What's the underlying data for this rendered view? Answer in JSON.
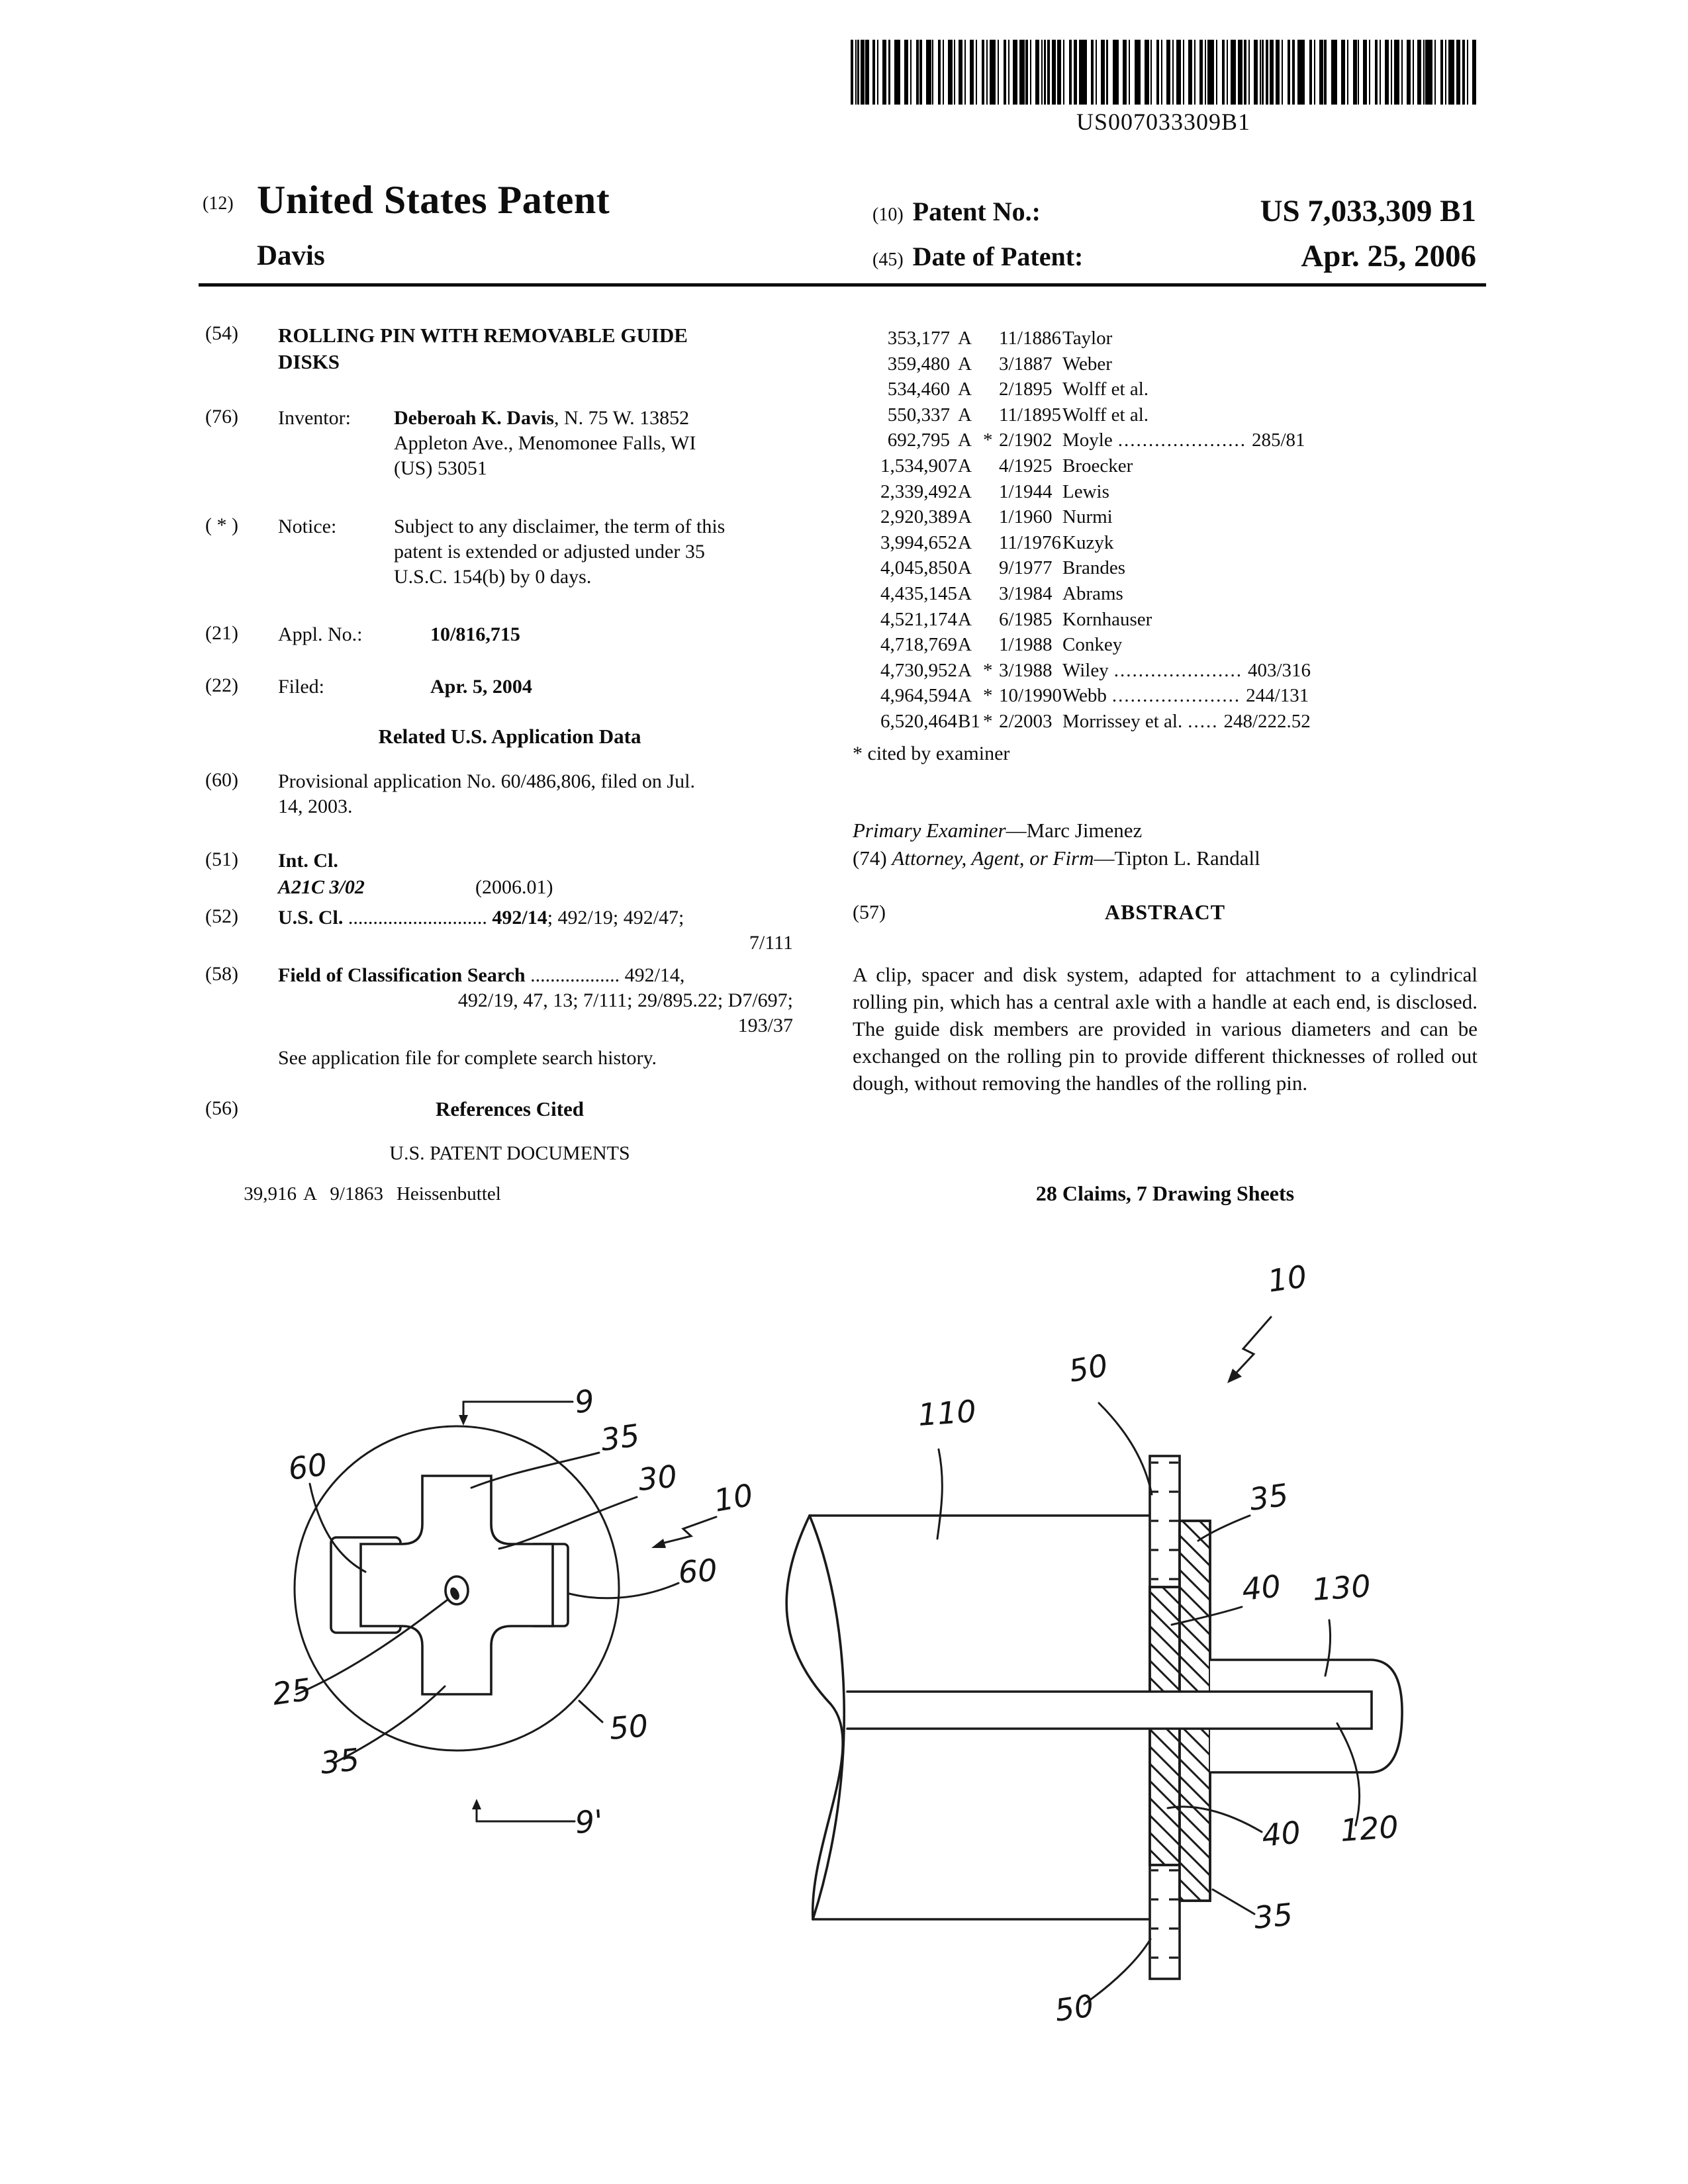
{
  "barcode": {
    "text": "US007033309B1"
  },
  "header": {
    "kind_num": "(12)",
    "title": "United States Patent",
    "inventor_surname": "Davis",
    "patent_no_num": "(10)",
    "patent_no_label": "Patent No.:",
    "patent_no_value": "US 7,033,309 B1",
    "date_num": "(45)",
    "date_label": "Date of Patent:",
    "date_value": "Apr. 25, 2006"
  },
  "left": {
    "f54": {
      "num": "(54)",
      "line1": "ROLLING PIN WITH REMOVABLE GUIDE",
      "line2": "DISKS"
    },
    "f76": {
      "num": "(76)",
      "label": "Inventor:",
      "name_bold": "Deberoah K. Davis",
      "line1_rest": ", N. 75 W. 13852",
      "line2": "Appleton Ave., Menomonee Falls, WI",
      "line3": "(US) 53051"
    },
    "notice": {
      "num": "( * )",
      "label": "Notice:",
      "line1": "Subject to any disclaimer, the term of this",
      "line2": "patent is extended or adjusted under 35",
      "line3": "U.S.C. 154(b) by 0 days."
    },
    "f21": {
      "num": "(21)",
      "label": "Appl. No.:",
      "value": "10/816,715"
    },
    "f22": {
      "num": "(22)",
      "label": "Filed:",
      "value": "Apr. 5, 2004"
    },
    "related_heading": "Related U.S. Application Data",
    "f60": {
      "num": "(60)",
      "line1": "Provisional application No. 60/486,806, filed on Jul.",
      "line2": "14, 2003."
    },
    "f51": {
      "num": "(51)",
      "label": "Int. Cl.",
      "cls": "A21C 3/02",
      "ver": "(2006.01)"
    },
    "f52": {
      "num": "(52)",
      "label": "U.S. Cl.",
      "dots": "............................",
      "first_bold": "492/14",
      "rest": "; 492/19; 492/47;",
      "line2": "7/111"
    },
    "f58": {
      "num": "(58)",
      "label": "Field of Classification Search",
      "dots": "..................",
      "v1": "492/14,",
      "line2": "492/19, 47, 13;  7/111;  29/895.22;  D7/697;",
      "line3": "193/37",
      "see": "See application file for complete search history."
    },
    "f56": {
      "num": "(56)",
      "heading": "References Cited",
      "subheading": "U.S. PATENT DOCUMENTS",
      "first_ref": {
        "no": "39,916",
        "kind": "A",
        "date": "9/1863",
        "name": "Heissenbuttel"
      }
    }
  },
  "references": [
    {
      "no": "353,177",
      "kind": "A",
      "star": "",
      "date": "11/1886",
      "name": "Taylor",
      "dots": "",
      "cls": ""
    },
    {
      "no": "359,480",
      "kind": "A",
      "star": "",
      "date": "3/1887",
      "name": "Weber",
      "dots": "",
      "cls": ""
    },
    {
      "no": "534,460",
      "kind": "A",
      "star": "",
      "date": "2/1895",
      "name": "Wolff et al.",
      "dots": "",
      "cls": ""
    },
    {
      "no": "550,337",
      "kind": "A",
      "star": "",
      "date": "11/1895",
      "name": "Wolff et al.",
      "dots": "",
      "cls": ""
    },
    {
      "no": "692,795",
      "kind": "A",
      "star": "*",
      "date": "2/1902",
      "name": "Moyle",
      "dots": ".....................",
      "cls": "285/81"
    },
    {
      "no": "1,534,907",
      "kind": "A",
      "star": "",
      "date": "4/1925",
      "name": "Broecker",
      "dots": "",
      "cls": ""
    },
    {
      "no": "2,339,492",
      "kind": "A",
      "star": "",
      "date": "1/1944",
      "name": "Lewis",
      "dots": "",
      "cls": ""
    },
    {
      "no": "2,920,389",
      "kind": "A",
      "star": "",
      "date": "1/1960",
      "name": "Nurmi",
      "dots": "",
      "cls": ""
    },
    {
      "no": "3,994,652",
      "kind": "A",
      "star": "",
      "date": "11/1976",
      "name": "Kuzyk",
      "dots": "",
      "cls": ""
    },
    {
      "no": "4,045,850",
      "kind": "A",
      "star": "",
      "date": "9/1977",
      "name": "Brandes",
      "dots": "",
      "cls": ""
    },
    {
      "no": "4,435,145",
      "kind": "A",
      "star": "",
      "date": "3/1984",
      "name": "Abrams",
      "dots": "",
      "cls": ""
    },
    {
      "no": "4,521,174",
      "kind": "A",
      "star": "",
      "date": "6/1985",
      "name": "Kornhauser",
      "dots": "",
      "cls": ""
    },
    {
      "no": "4,718,769",
      "kind": "A",
      "star": "",
      "date": "1/1988",
      "name": "Conkey",
      "dots": "",
      "cls": ""
    },
    {
      "no": "4,730,952",
      "kind": "A",
      "star": "*",
      "date": "3/1988",
      "name": "Wiley",
      "dots": ".....................",
      "cls": "403/316"
    },
    {
      "no": "4,964,594",
      "kind": "A",
      "star": "*",
      "date": "10/1990",
      "name": "Webb",
      "dots": ".....................",
      "cls": "244/131"
    },
    {
      "no": "6,520,464",
      "kind": "B1",
      "star": "*",
      "date": "2/2003",
      "name": "Morrissey et al.",
      "dots": ".....",
      "cls": "248/222.52"
    }
  ],
  "right": {
    "cited_by": "* cited by examiner",
    "primary_label": "Primary Examiner",
    "primary_value": "—Marc Jimenez",
    "attorney_num": "(74)",
    "attorney_label": "Attorney, Agent, or Firm",
    "attorney_value": "—Tipton L. Randall",
    "abstract_num": "(57)",
    "abstract_heading": "ABSTRACT",
    "abstract_text": "A clip, spacer and disk system, adapted for attachment to a cylindrical rolling pin, which has a central axle with a handle at each end, is disclosed. The guide disk members are provided in various diameters and can be exchanged on the rolling pin to provide different thicknesses of rolled out dough, without removing the handles of the rolling pin.",
    "claims_line": "28 Claims, 7 Drawing Sheets"
  },
  "figures": {
    "left": {
      "l9": "9",
      "l35a": "35",
      "l30": "30",
      "l10": "10",
      "l60a": "60",
      "l60b": "60",
      "l25": "25",
      "l35b": "35",
      "l50": "50",
      "l9p": "9'"
    },
    "right": {
      "l10": "10",
      "l50a": "50",
      "l110": "110",
      "l35a": "35",
      "l40a": "40",
      "l130": "130",
      "l40b": "40",
      "l120": "120",
      "l35b": "35",
      "l50b": "50"
    }
  }
}
